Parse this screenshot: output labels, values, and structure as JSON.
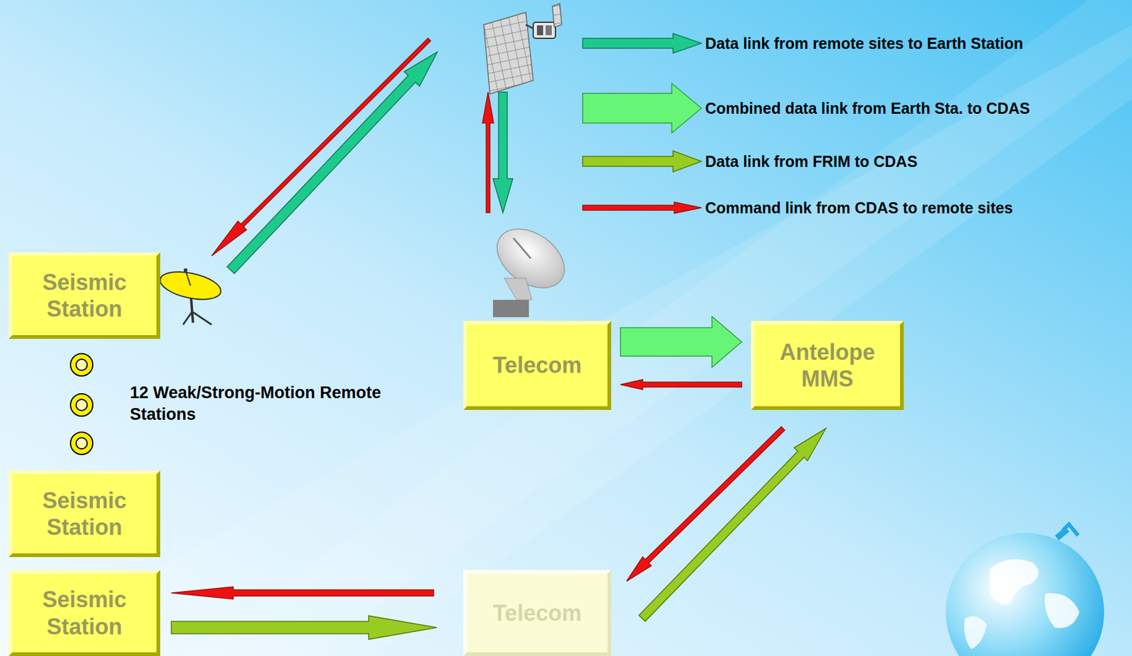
{
  "diagram": {
    "nodes": [
      {
        "text": [
          "Seismic Station"
        ]
      },
      {
        "text": [
          "Seismic Station"
        ]
      },
      {
        "text": [
          "Seismic Station"
        ]
      },
      {
        "text": [
          "Telecom"
        ]
      },
      {
        "text": [
          "Antelope MMS"
        ]
      },
      {
        "text": [
          "Telecom"
        ]
      }
    ],
    "edges": [
      {
        "from": 3,
        "to": 4,
        "arrow": "to"
      },
      {
        "from": 4,
        "to": 3,
        "arrow": "to"
      },
      {
        "from": 4,
        "to": 5,
        "arrow": "to"
      },
      {
        "from": 5,
        "to": 4,
        "arrow": "to"
      },
      {
        "from": 5,
        "to": 2,
        "arrow": "to"
      },
      {
        "from": 2,
        "to": 5,
        "arrow": "to"
      }
    ],
    "labels": [
      "12 Weak/Strong-Motion Remote Stations"
    ],
    "legend": [
      {
        "text": "Data link from remote sites to Earth Station",
        "color": "#1ec98c"
      },
      {
        "text": "Combined data link from Earth Sta. to CDAS",
        "color": "#66f577"
      },
      {
        "text": "Data link from FRIM to CDAS",
        "color": "#99cc22"
      },
      {
        "text": "Command link from CDAS to remote sites",
        "color": "#ee1111"
      }
    ]
  }
}
